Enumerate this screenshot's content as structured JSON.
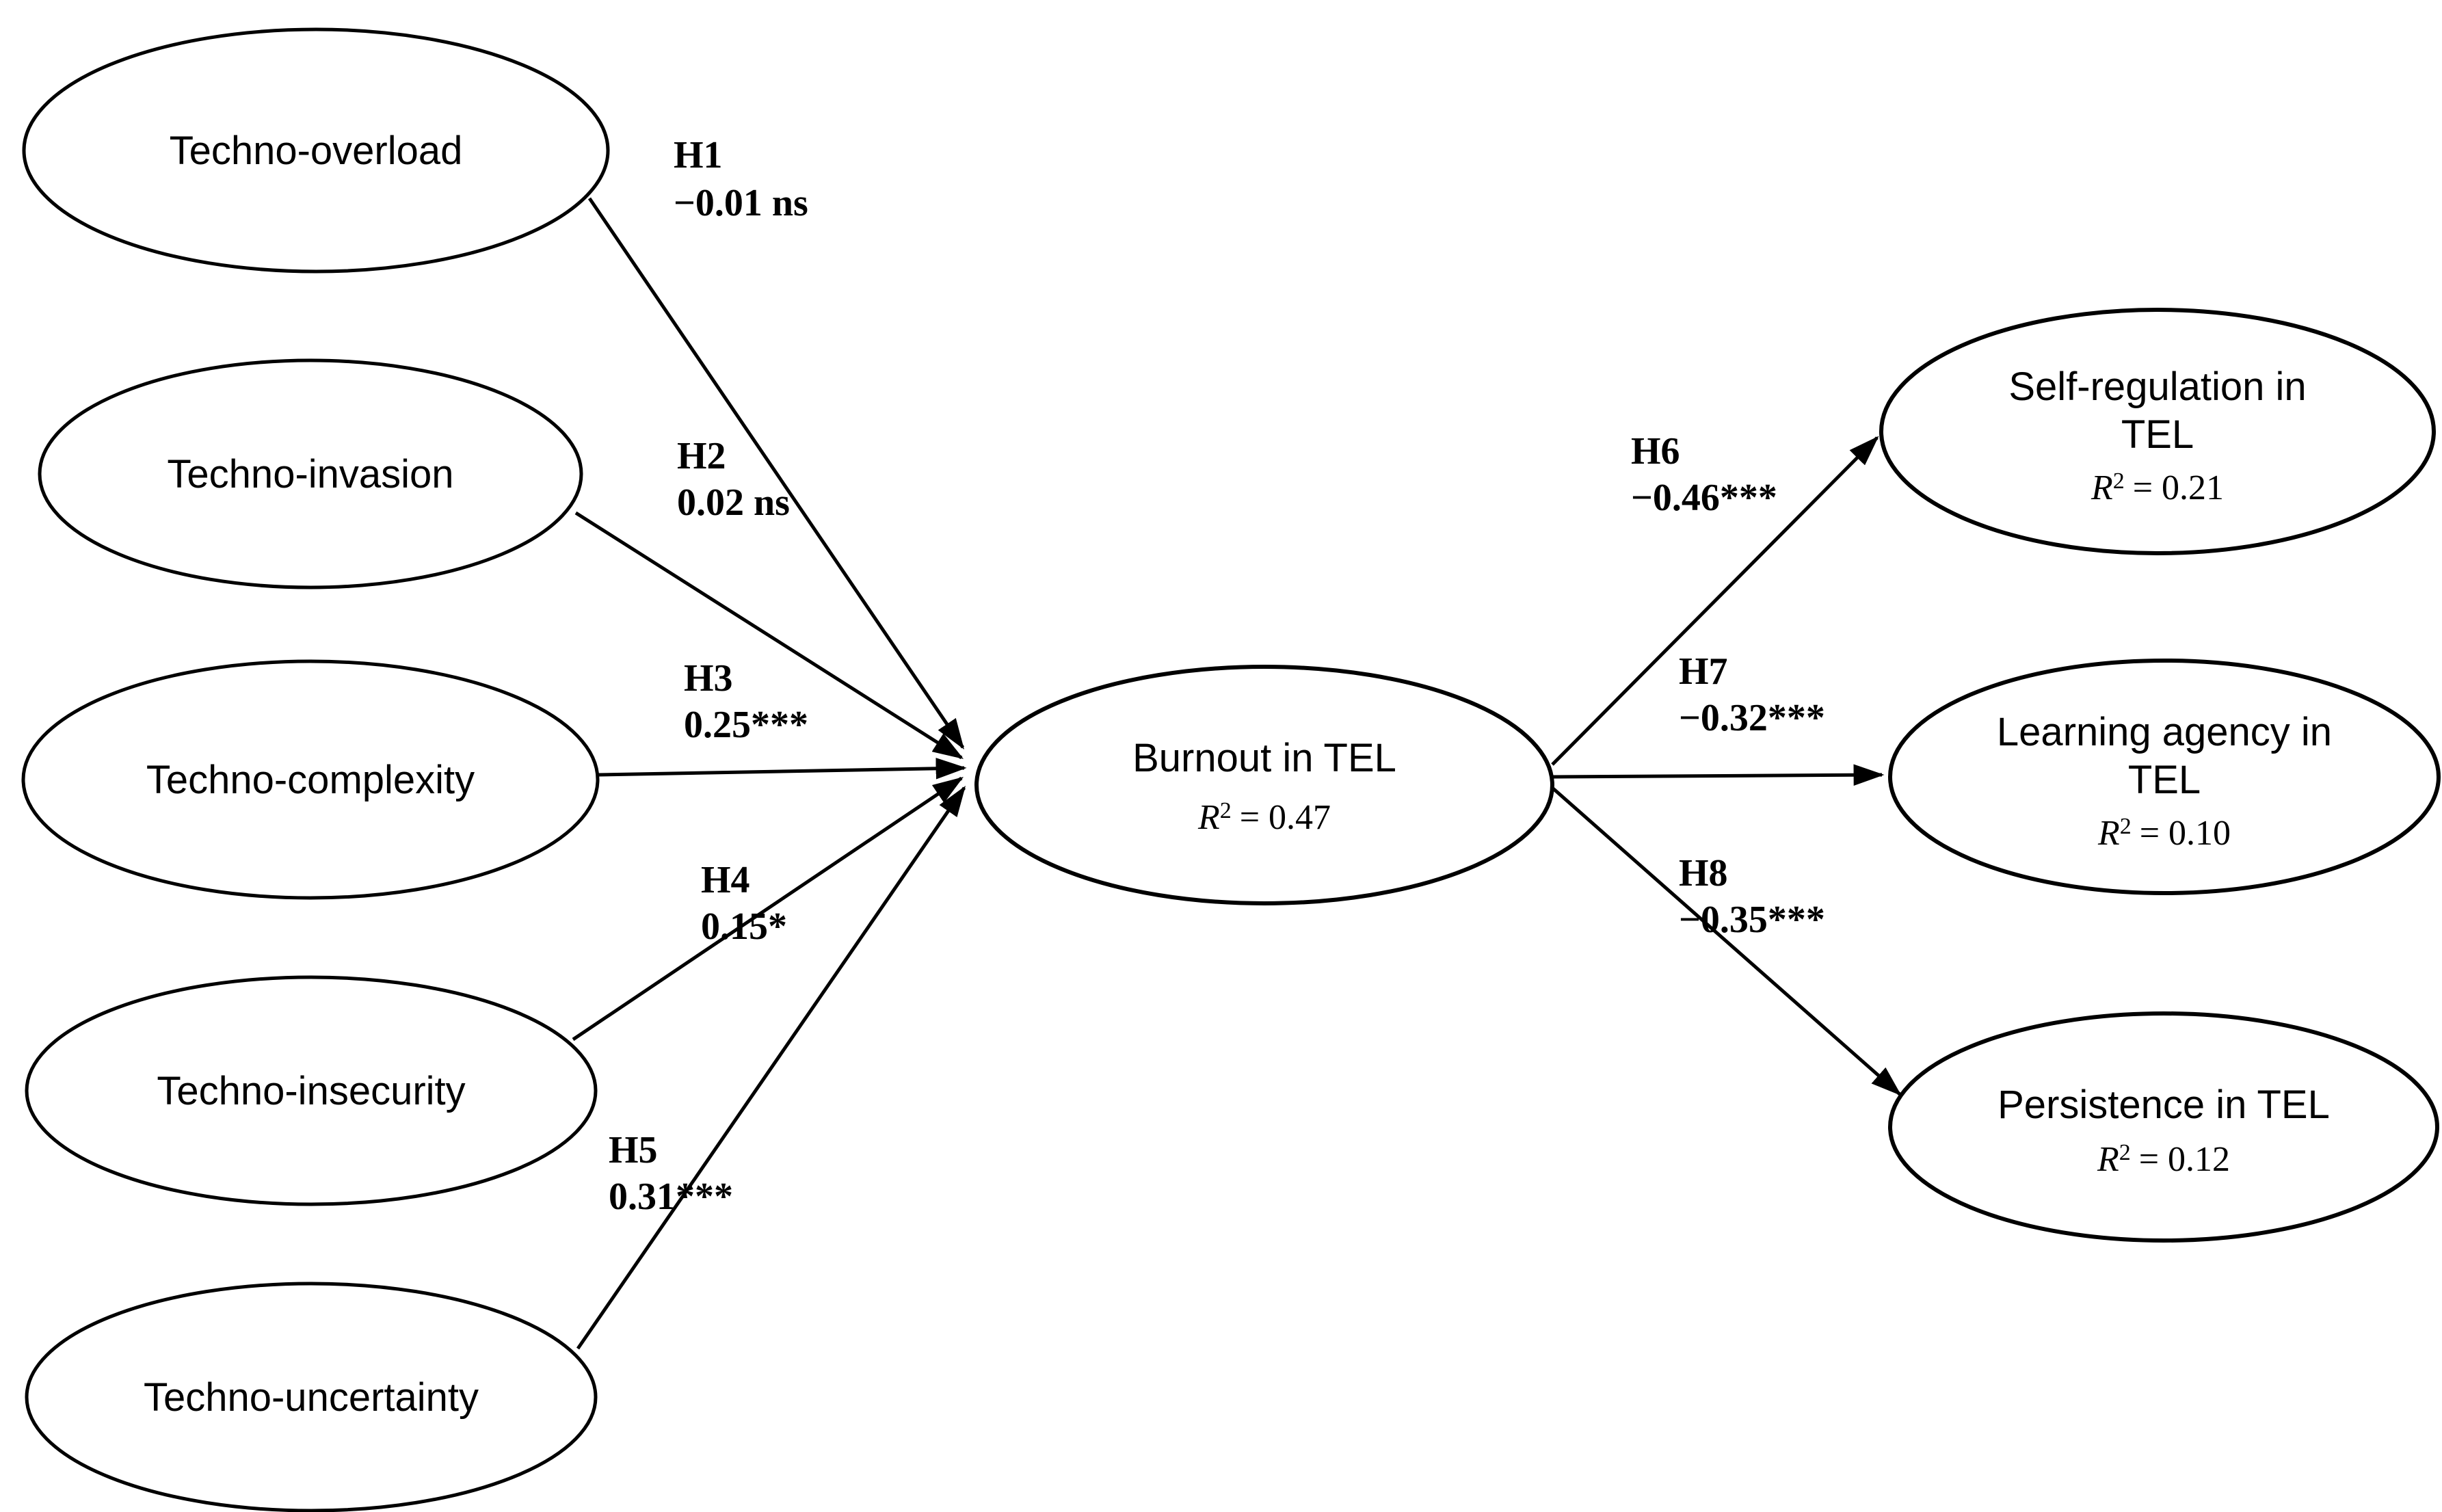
{
  "diagram": {
    "kind": "structural-model-path-diagram",
    "background_color": "#ffffff",
    "ink_color": "#000000"
  },
  "r_notation": {
    "symbol": "R",
    "superscript": "2"
  },
  "nodes": {
    "techno_overload": {
      "label": "Techno-overload"
    },
    "techno_invasion": {
      "label": "Techno-invasion"
    },
    "techno_complexity": {
      "label": "Techno-complexity"
    },
    "techno_insecurity": {
      "label": "Techno-insecurity"
    },
    "techno_uncertainty": {
      "label": "Techno-uncertainty"
    },
    "burnout": {
      "label": "Burnout in TEL",
      "r2_eq": "= 0.47"
    },
    "self_regulation": {
      "line1": "Self-regulation in",
      "line2": "TEL",
      "r2_eq": "= 0.21"
    },
    "learning_agency": {
      "line1": "Learning agency in",
      "line2": "TEL",
      "r2_eq": "= 0.10"
    },
    "persistence": {
      "line1": "Persistence  in TEL",
      "r2_eq": "= 0.12"
    }
  },
  "paths": {
    "h1": {
      "hypothesis": "H1",
      "coefficient": "−0.01 ns",
      "from": "techno_overload",
      "to": "burnout"
    },
    "h2": {
      "hypothesis": "H2",
      "coefficient": "0.02 ns",
      "from": "techno_invasion",
      "to": "burnout"
    },
    "h3": {
      "hypothesis": "H3",
      "coefficient": "0.25***",
      "from": "techno_complexity",
      "to": "burnout"
    },
    "h4": {
      "hypothesis": "H4",
      "coefficient": "0.15*",
      "from": "techno_insecurity",
      "to": "burnout"
    },
    "h5": {
      "hypothesis": "H5",
      "coefficient": "0.31***",
      "from": "techno_uncertainty",
      "to": "burnout"
    },
    "h6": {
      "hypothesis": "H6",
      "coefficient": "−0.46***",
      "from": "burnout",
      "to": "self_regulation"
    },
    "h7": {
      "hypothesis": "H7",
      "coefficient": "−0.32***",
      "from": "burnout",
      "to": "learning_agency"
    },
    "h8": {
      "hypothesis": "H8",
      "coefficient": "−0.35***",
      "from": "burnout",
      "to": "persistence"
    }
  }
}
